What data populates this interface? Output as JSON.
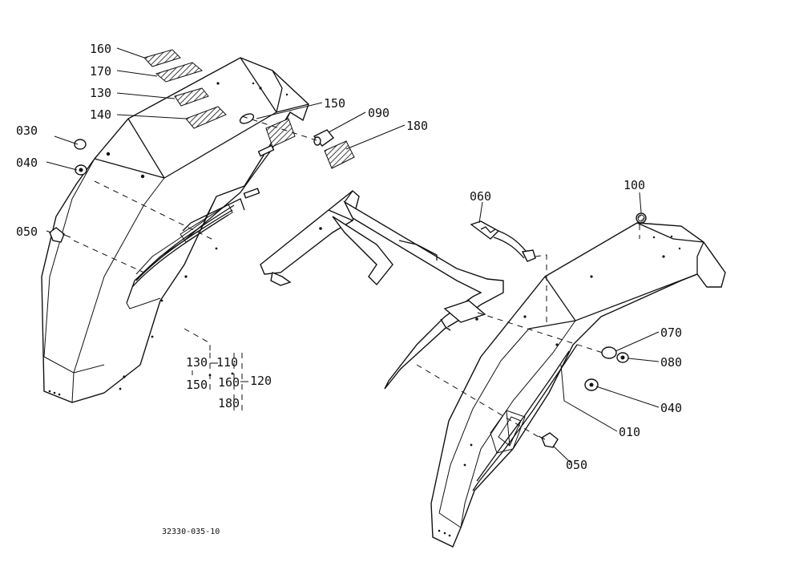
{
  "callouts": {
    "c160_top": "160",
    "c170": "170",
    "c130_top": "130",
    "c140": "140",
    "c150_top": "150",
    "c090": "090",
    "c180_top": "180",
    "c030": "030",
    "c040_left": "040",
    "c050_left": "050",
    "c060": "060",
    "c100": "100",
    "c070": "070",
    "c080": "080",
    "c040_right": "040",
    "c010": "010",
    "c050_right": "050"
  },
  "kit_groups": {
    "k130": "130",
    "k110": "110",
    "k150": "150",
    "k160": "160",
    "k120": "120",
    "k180": "180"
  },
  "drawing_number": "32330-035-10"
}
